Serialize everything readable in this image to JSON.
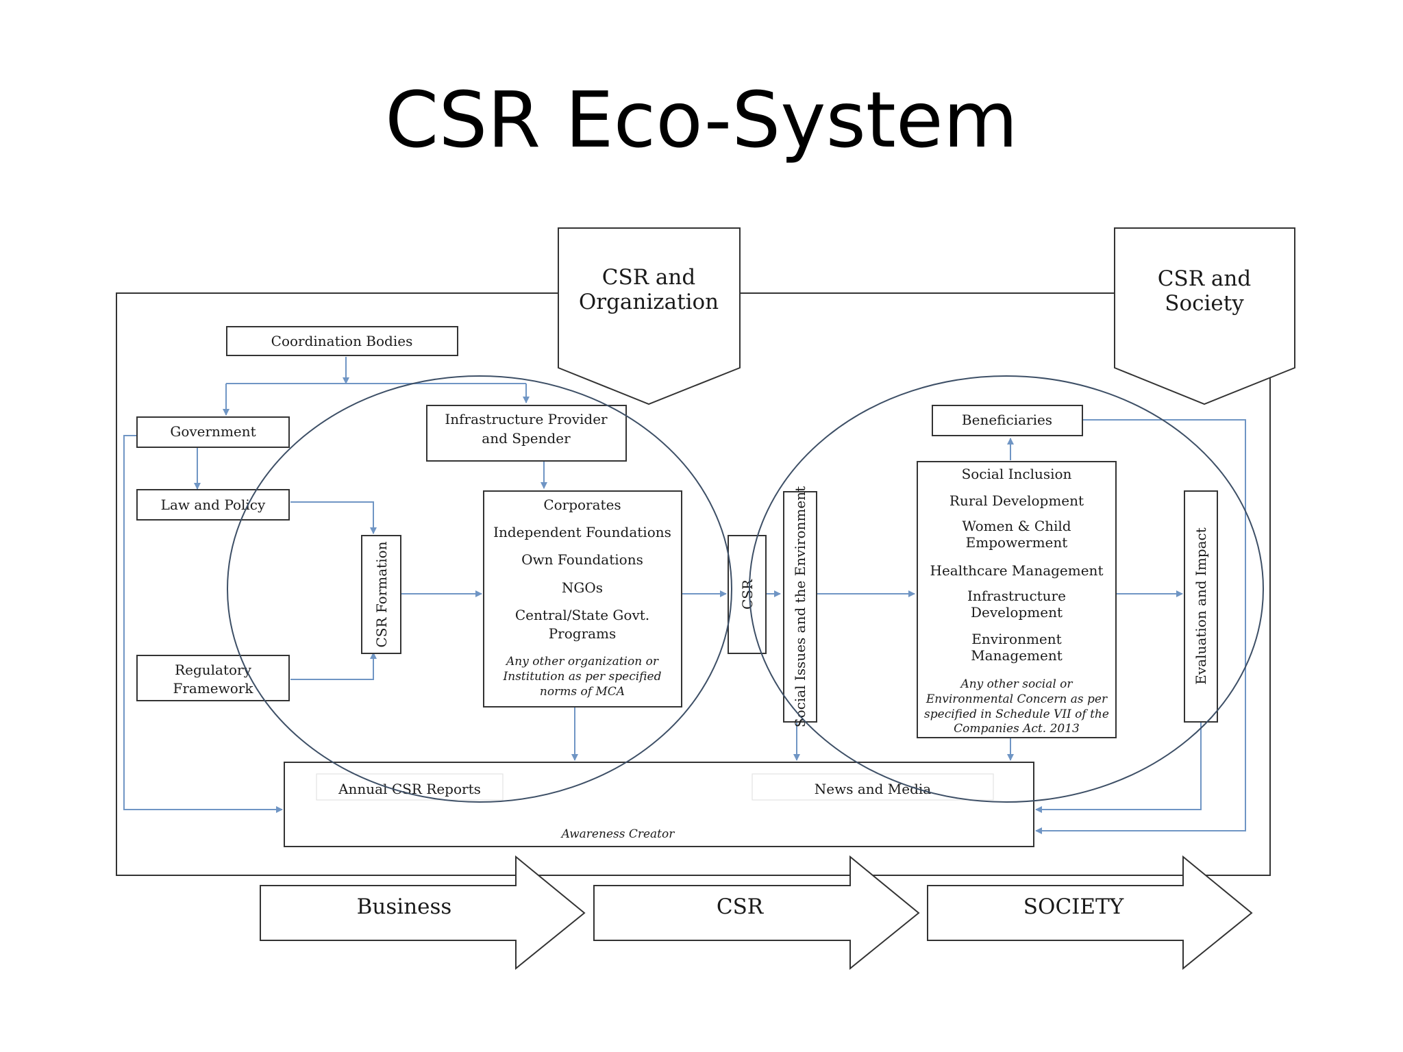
{
  "title": "CSR Eco-System",
  "headers": {
    "organization": [
      "CSR and",
      "Organization"
    ],
    "society": [
      "CSR and",
      "Society"
    ]
  },
  "left": {
    "coordination_bodies": "Coordination Bodies",
    "government": "Government",
    "law_and_policy": "Law and Policy",
    "regulatory_framework": [
      "Regulatory",
      "Framework"
    ],
    "csr_formation": "CSR Formation"
  },
  "infrastructure": [
    "Infrastructure Provider",
    "and Spender"
  ],
  "organizations": {
    "items": [
      "Corporates",
      "Independent Foundations",
      "Own Foundations",
      "NGOs",
      "Central/State Govt.",
      "Programs"
    ],
    "note": [
      "Any other organization or",
      "Institution as per specified",
      "norms of MCA"
    ]
  },
  "csr_box": "CSR",
  "social_issues": "Social Issues and the Environment",
  "beneficiaries": "Beneficiaries",
  "concerns": {
    "items": [
      "Social Inclusion",
      "Rural Development",
      "Women & Child",
      "Empowerment",
      "Healthcare Management",
      "Infrastructure",
      "Development",
      "Environment",
      "Management"
    ],
    "note": [
      "Any other social or",
      "Environmental Concern as per",
      "specified in Schedule VII of the",
      "Companies Act. 2013"
    ]
  },
  "evaluation": "Evaluation and Impact",
  "awareness": {
    "annual_reports": "Annual CSR Reports",
    "news_media": "News and Media",
    "label": "Awareness Creator"
  },
  "bottom_arrows": [
    "Business",
    "CSR",
    "SOCIETY"
  ]
}
